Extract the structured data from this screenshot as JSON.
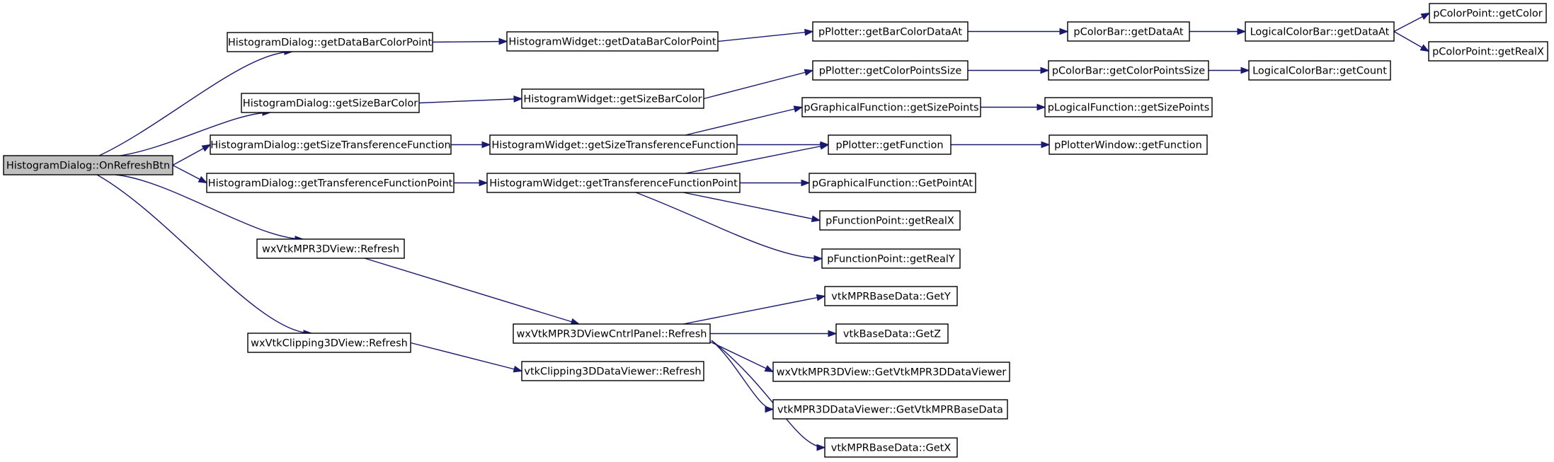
{
  "colors": {
    "edge": "#191970",
    "root_fill": "#bfbfbf",
    "node_fill": "#ffffff",
    "border": "#000000"
  },
  "nodes": [
    {
      "id": "root",
      "label": "HistogramDialog::OnRefreshBtn"
    },
    {
      "id": "hd_getDataBarColorPoint",
      "label": "HistogramDialog::getDataBarColorPoint"
    },
    {
      "id": "hd_getSizeBarColor",
      "label": "HistogramDialog::getSizeBarColor"
    },
    {
      "id": "hd_getSizeTransferenceFunction",
      "label": "HistogramDialog::getSizeTransferenceFunction"
    },
    {
      "id": "hd_getTransferenceFunctionPoint",
      "label": "HistogramDialog::getTransferenceFunctionPoint"
    },
    {
      "id": "wxmpr_refresh",
      "label": "wxVtkMPR3DView::Refresh"
    },
    {
      "id": "wxclip_refresh",
      "label": "wxVtkClipping3DView::Refresh"
    },
    {
      "id": "hw_getDataBarColorPoint",
      "label": "HistogramWidget::getDataBarColorPoint"
    },
    {
      "id": "hw_getSizeBarColor",
      "label": "HistogramWidget::getSizeBarColor"
    },
    {
      "id": "hw_getSizeTransferenceFunction",
      "label": "HistogramWidget::getSizeTransferenceFunction"
    },
    {
      "id": "hw_getTransferenceFunctionPoint",
      "label": "HistogramWidget::getTransferenceFunctionPoint"
    },
    {
      "id": "panel_refresh",
      "label": "wxVtkMPR3DViewCntrlPanel::Refresh"
    },
    {
      "id": "clipviewer_refresh",
      "label": "vtkClipping3DDataViewer::Refresh"
    },
    {
      "id": "pp_getBarColorDataAt",
      "label": "pPlotter::getBarColorDataAt"
    },
    {
      "id": "pp_getColorPointsSize",
      "label": "pPlotter::getColorPointsSize"
    },
    {
      "id": "pgf_getSizePoints",
      "label": "pGraphicalFunction::getSizePoints"
    },
    {
      "id": "pp_getFunction",
      "label": "pPlotter::getFunction"
    },
    {
      "id": "pgf_GetPointAt",
      "label": "pGraphicalFunction::GetPointAt"
    },
    {
      "id": "pfp_getRealX",
      "label": "pFunctionPoint::getRealX"
    },
    {
      "id": "pfp_getRealY",
      "label": "pFunctionPoint::getRealY"
    },
    {
      "id": "base_getY",
      "label": "vtkMPRBaseData::GetY"
    },
    {
      "id": "base_getZ",
      "label": "vtkBaseData::GetZ"
    },
    {
      "id": "mpr_getViewer",
      "label": "wxVtkMPR3DView::GetVtkMPR3DDataViewer"
    },
    {
      "id": "viewer_getBase",
      "label": "vtkMPR3DDataViewer::GetVtkMPRBaseData"
    },
    {
      "id": "base_getX",
      "label": "vtkMPRBaseData::GetX"
    },
    {
      "id": "pcb_getDataAt",
      "label": "pColorBar::getDataAt"
    },
    {
      "id": "pcb_getColorPointsSize",
      "label": "pColorBar::getColorPointsSize"
    },
    {
      "id": "plf_getSizePoints",
      "label": "pLogicalFunction::getSizePoints"
    },
    {
      "id": "ppw_getFunction",
      "label": "pPlotterWindow::getFunction"
    },
    {
      "id": "lcb_getDataAt",
      "label": "LogicalColorBar::getDataAt"
    },
    {
      "id": "lcb_getCount",
      "label": "LogicalColorBar::getCount"
    },
    {
      "id": "pcp_getColor",
      "label": "pColorPoint::getColor"
    },
    {
      "id": "pcp_getRealX",
      "label": "pColorPoint::getRealX"
    }
  ],
  "edges": [
    [
      "root",
      "hd_getDataBarColorPoint"
    ],
    [
      "root",
      "hd_getSizeBarColor"
    ],
    [
      "root",
      "hd_getSizeTransferenceFunction"
    ],
    [
      "root",
      "hd_getTransferenceFunctionPoint"
    ],
    [
      "root",
      "wxmpr_refresh"
    ],
    [
      "root",
      "wxclip_refresh"
    ],
    [
      "hd_getDataBarColorPoint",
      "hw_getDataBarColorPoint"
    ],
    [
      "hd_getSizeBarColor",
      "hw_getSizeBarColor"
    ],
    [
      "hd_getSizeTransferenceFunction",
      "hw_getSizeTransferenceFunction"
    ],
    [
      "hd_getTransferenceFunctionPoint",
      "hw_getTransferenceFunctionPoint"
    ],
    [
      "wxmpr_refresh",
      "panel_refresh"
    ],
    [
      "wxclip_refresh",
      "clipviewer_refresh"
    ],
    [
      "hw_getDataBarColorPoint",
      "pp_getBarColorDataAt"
    ],
    [
      "hw_getSizeBarColor",
      "pp_getColorPointsSize"
    ],
    [
      "hw_getSizeTransferenceFunction",
      "pgf_getSizePoints"
    ],
    [
      "hw_getSizeTransferenceFunction",
      "pp_getFunction"
    ],
    [
      "hw_getTransferenceFunctionPoint",
      "pp_getFunction"
    ],
    [
      "hw_getTransferenceFunctionPoint",
      "pgf_GetPointAt"
    ],
    [
      "hw_getTransferenceFunctionPoint",
      "pfp_getRealX"
    ],
    [
      "hw_getTransferenceFunctionPoint",
      "pfp_getRealY"
    ],
    [
      "panel_refresh",
      "base_getY"
    ],
    [
      "panel_refresh",
      "base_getZ"
    ],
    [
      "panel_refresh",
      "mpr_getViewer"
    ],
    [
      "panel_refresh",
      "viewer_getBase"
    ],
    [
      "panel_refresh",
      "base_getX"
    ],
    [
      "pp_getBarColorDataAt",
      "pcb_getDataAt"
    ],
    [
      "pp_getColorPointsSize",
      "pcb_getColorPointsSize"
    ],
    [
      "pgf_getSizePoints",
      "plf_getSizePoints"
    ],
    [
      "pp_getFunction",
      "ppw_getFunction"
    ],
    [
      "pcb_getDataAt",
      "lcb_getDataAt"
    ],
    [
      "pcb_getColorPointsSize",
      "lcb_getCount"
    ],
    [
      "lcb_getDataAt",
      "pcp_getColor"
    ],
    [
      "lcb_getDataAt",
      "pcp_getRealX"
    ]
  ]
}
